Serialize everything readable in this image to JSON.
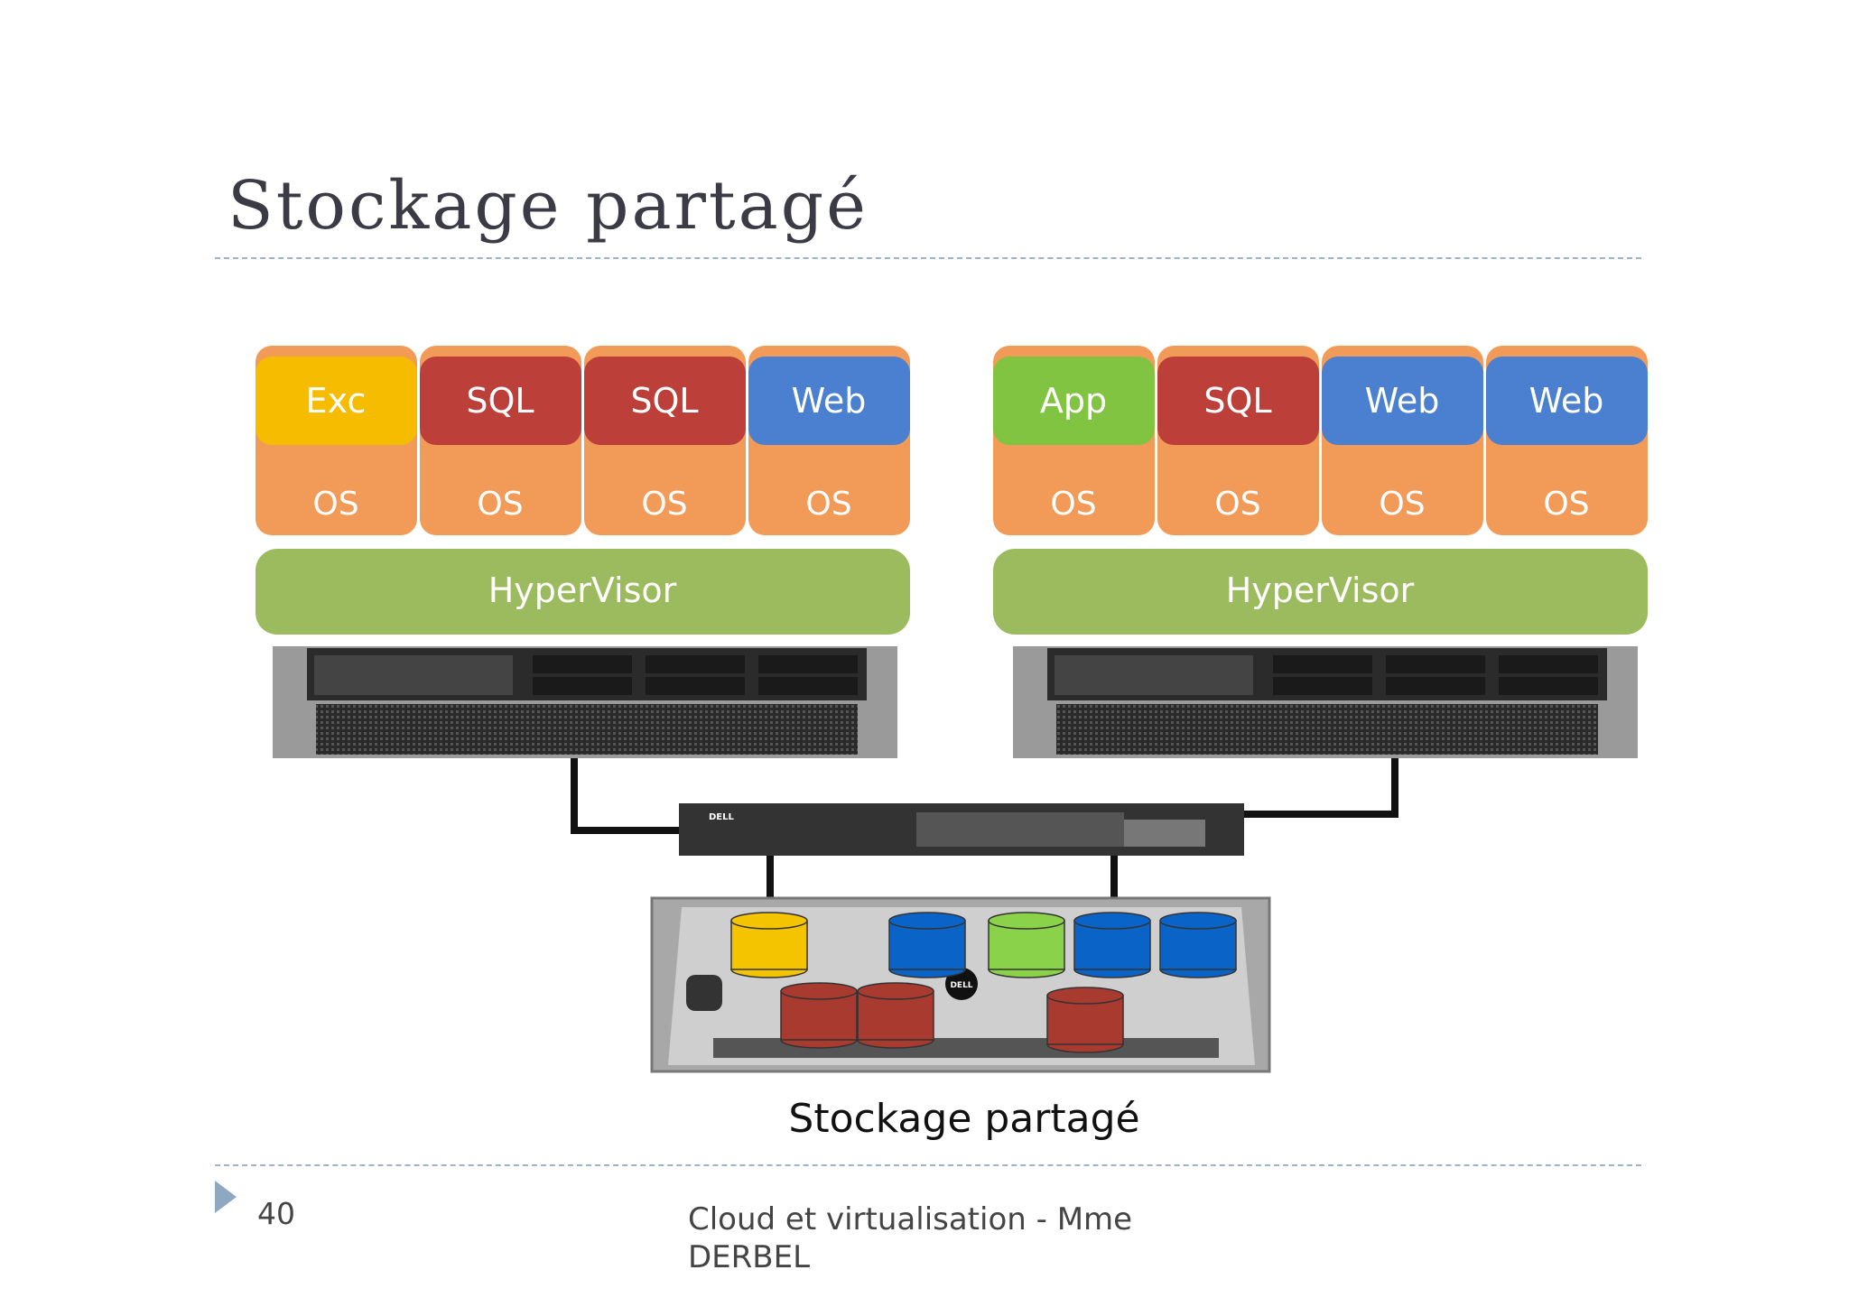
{
  "slide": {
    "title": "Stockage partagé",
    "page_number": "40",
    "footer": "Cloud et virtualisation - Mme DERBEL"
  },
  "diagram": {
    "hosts": [
      {
        "vms": [
          {
            "app": "Exc",
            "os": "OS",
            "color": "#f5bc00"
          },
          {
            "app": "SQL",
            "os": "OS",
            "color": "#bd3f3a"
          },
          {
            "app": "SQL",
            "os": "OS",
            "color": "#bd3f3a"
          },
          {
            "app": "Web",
            "os": "OS",
            "color": "#4a80cf"
          }
        ],
        "hypervisor": "HyperVisor"
      },
      {
        "vms": [
          {
            "app": "App",
            "os": "OS",
            "color": "#80c442"
          },
          {
            "app": "SQL",
            "os": "OS",
            "color": "#bd3f3a"
          },
          {
            "app": "Web",
            "os": "OS",
            "color": "#4a80cf"
          },
          {
            "app": "Web",
            "os": "OS",
            "color": "#4a80cf"
          }
        ],
        "hypervisor": "HyperVisor"
      }
    ],
    "switch_brand": "DELL",
    "storage_brand": "DELL",
    "storage_label": "Stockage partagé",
    "colors": {
      "os": "#f29b58",
      "hypervisor": "#9bbb5e",
      "cable": "#111111",
      "storage_yellow": "#f5c400",
      "storage_blue": "#0a64c8",
      "storage_green": "#8ad24a",
      "storage_red": "#a83a30"
    }
  }
}
